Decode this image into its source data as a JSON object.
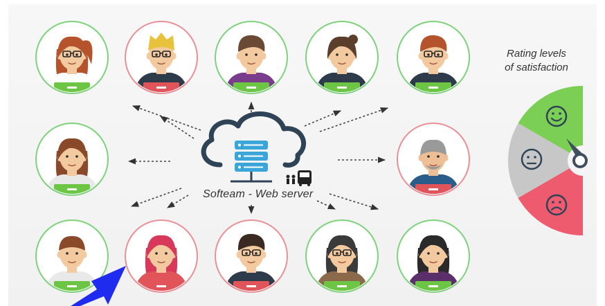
{
  "center": {
    "label": "Softeam - Web server"
  },
  "rating": {
    "title_line1": "Rating levels",
    "title_line2": "of satisfaction",
    "levels": [
      "happy",
      "neutral",
      "sad"
    ],
    "colors": {
      "happy": "#7ccf55",
      "neutral": "#c7c7c7",
      "sad": "#ee5a6e"
    }
  },
  "users": [
    {
      "ring": "#7dd27b",
      "bar": "#6cc644",
      "hair": "#b5532d",
      "shirt": "#ffffff",
      "skin": "#f3c9a0",
      "hair_style": "ponytail",
      "glasses": true
    },
    {
      "ring": "#e89096",
      "bar": "#e0545a",
      "hair": "#e8c23a",
      "shirt": "#2e3b4a",
      "skin": "#f3c9a0",
      "hair_style": "spiky",
      "glasses": true
    },
    {
      "ring": "#7dd27b",
      "bar": "#6cc644",
      "hair": "#6b4a35",
      "shirt": "#7a3d8c",
      "skin": "#f3c9a0",
      "hair_style": "quiff",
      "glasses": false
    },
    {
      "ring": "#7dd27b",
      "bar": "#6cc644",
      "hair": "#5b3f2c",
      "shirt": "#2e3b4a",
      "skin": "#f3c9a0",
      "hair_style": "bun",
      "glasses": false
    },
    {
      "ring": "#7dd27b",
      "bar": "#6cc644",
      "hair": "#b5532d",
      "shirt": "#2e3b4a",
      "skin": "#f3c9a0",
      "hair_style": "quiff",
      "glasses": true
    },
    {
      "ring": "#7dd27b",
      "bar": "#6cc644",
      "hair": "#8a4a2a",
      "shirt": "#e9e9e9",
      "skin": "#f3c9a0",
      "hair_style": "braid",
      "glasses": false
    },
    {
      "ring": "#e89096",
      "bar": "#e0545a",
      "hair": "#9a9a9a",
      "shirt": "#2b5d8a",
      "skin": "#eebf95",
      "hair_style": "gray",
      "glasses": false
    },
    {
      "ring": "#7dd27b",
      "bar": "#6cc644",
      "hair": "#8a4a2a",
      "shirt": "#e9e9e9",
      "skin": "#f3c9a0",
      "hair_style": "short",
      "glasses": false
    },
    {
      "ring": "#e89096",
      "bar": "#e0545a",
      "hair": "#d8385a",
      "shirt": "#e0545a",
      "skin": "#f3c9a0",
      "hair_style": "long",
      "glasses": false
    },
    {
      "ring": "#e89096",
      "bar": "#e0545a",
      "hair": "#3a2a22",
      "shirt": "#2e3b4a",
      "skin": "#f3c9a0",
      "hair_style": "quiff",
      "glasses": true
    },
    {
      "ring": "#7dd27b",
      "bar": "#6cc644",
      "hair": "#3a3a3a",
      "shirt": "#8a6a4a",
      "skin": "#f3c9a0",
      "hair_style": "bob",
      "glasses": true
    },
    {
      "ring": "#7dd27b",
      "bar": "#6cc644",
      "hair": "#2a2a2a",
      "shirt": "#5a2f6a",
      "skin": "#f3c9a0",
      "hair_style": "long",
      "glasses": false
    }
  ],
  "pointer": {
    "color": "#1f2cf0"
  }
}
